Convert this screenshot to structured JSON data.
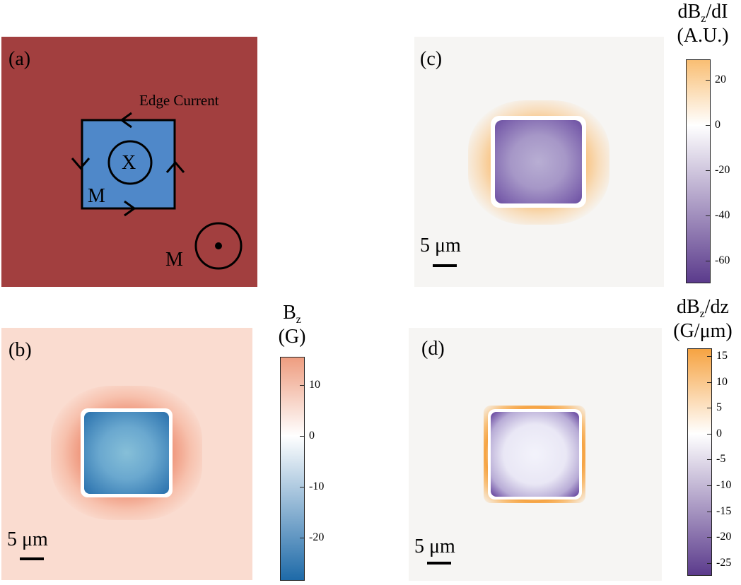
{
  "panel_a": {
    "label": "(a)",
    "edge_current_label": "Edge Current",
    "inner_x_symbol": "X",
    "inner_m_label": "M",
    "outer_m_label": "M",
    "colors": {
      "outer": "#a23f3f",
      "inner": "#4f88c9"
    }
  },
  "panel_b": {
    "label": "(b)",
    "scale_label": "5 μm",
    "colorbar": {
      "title_main": "B",
      "title_sub": "z",
      "title_unit": "(G)",
      "ticks": [
        "10",
        "0",
        "-10",
        "-20"
      ],
      "tick_values": [
        10,
        0,
        -10,
        -20
      ],
      "range": [
        -28.5,
        15.5
      ],
      "colors": {
        "top": "#ee9d80",
        "mid": "#ffffff",
        "bottom": "#1e6aa8"
      }
    }
  },
  "panel_c": {
    "label": "(c)",
    "scale_label": "5 μm",
    "colorbar": {
      "title_main": "dB",
      "title_sub": "z",
      "title_rest": "/dI",
      "title_unit": "(A.U.)",
      "ticks": [
        "20",
        "0",
        "-20",
        "-40",
        "-60"
      ],
      "tick_values": [
        20,
        0,
        -20,
        -40,
        -60
      ],
      "range": [
        -70,
        29
      ],
      "colors": {
        "top": "#f9be73",
        "mid": "#ffffff",
        "bottom": "#5b3b8c"
      }
    }
  },
  "panel_d": {
    "label": "(d)",
    "scale_label": "5 μm",
    "colorbar": {
      "title_main": "dB",
      "title_sub": "z",
      "title_rest": "/dz",
      "title_unit": "(G/μm)",
      "ticks": [
        "15",
        "10",
        "5",
        "0",
        "-5",
        "-10",
        "-15",
        "-20",
        "-25"
      ],
      "tick_values": [
        15,
        10,
        5,
        0,
        -5,
        -10,
        -15,
        -20,
        -25
      ],
      "range": [
        -27.5,
        16.5
      ],
      "colors": {
        "top": "#f6a342",
        "mid": "#ffffff",
        "bottom": "#5b3b8c"
      }
    }
  }
}
